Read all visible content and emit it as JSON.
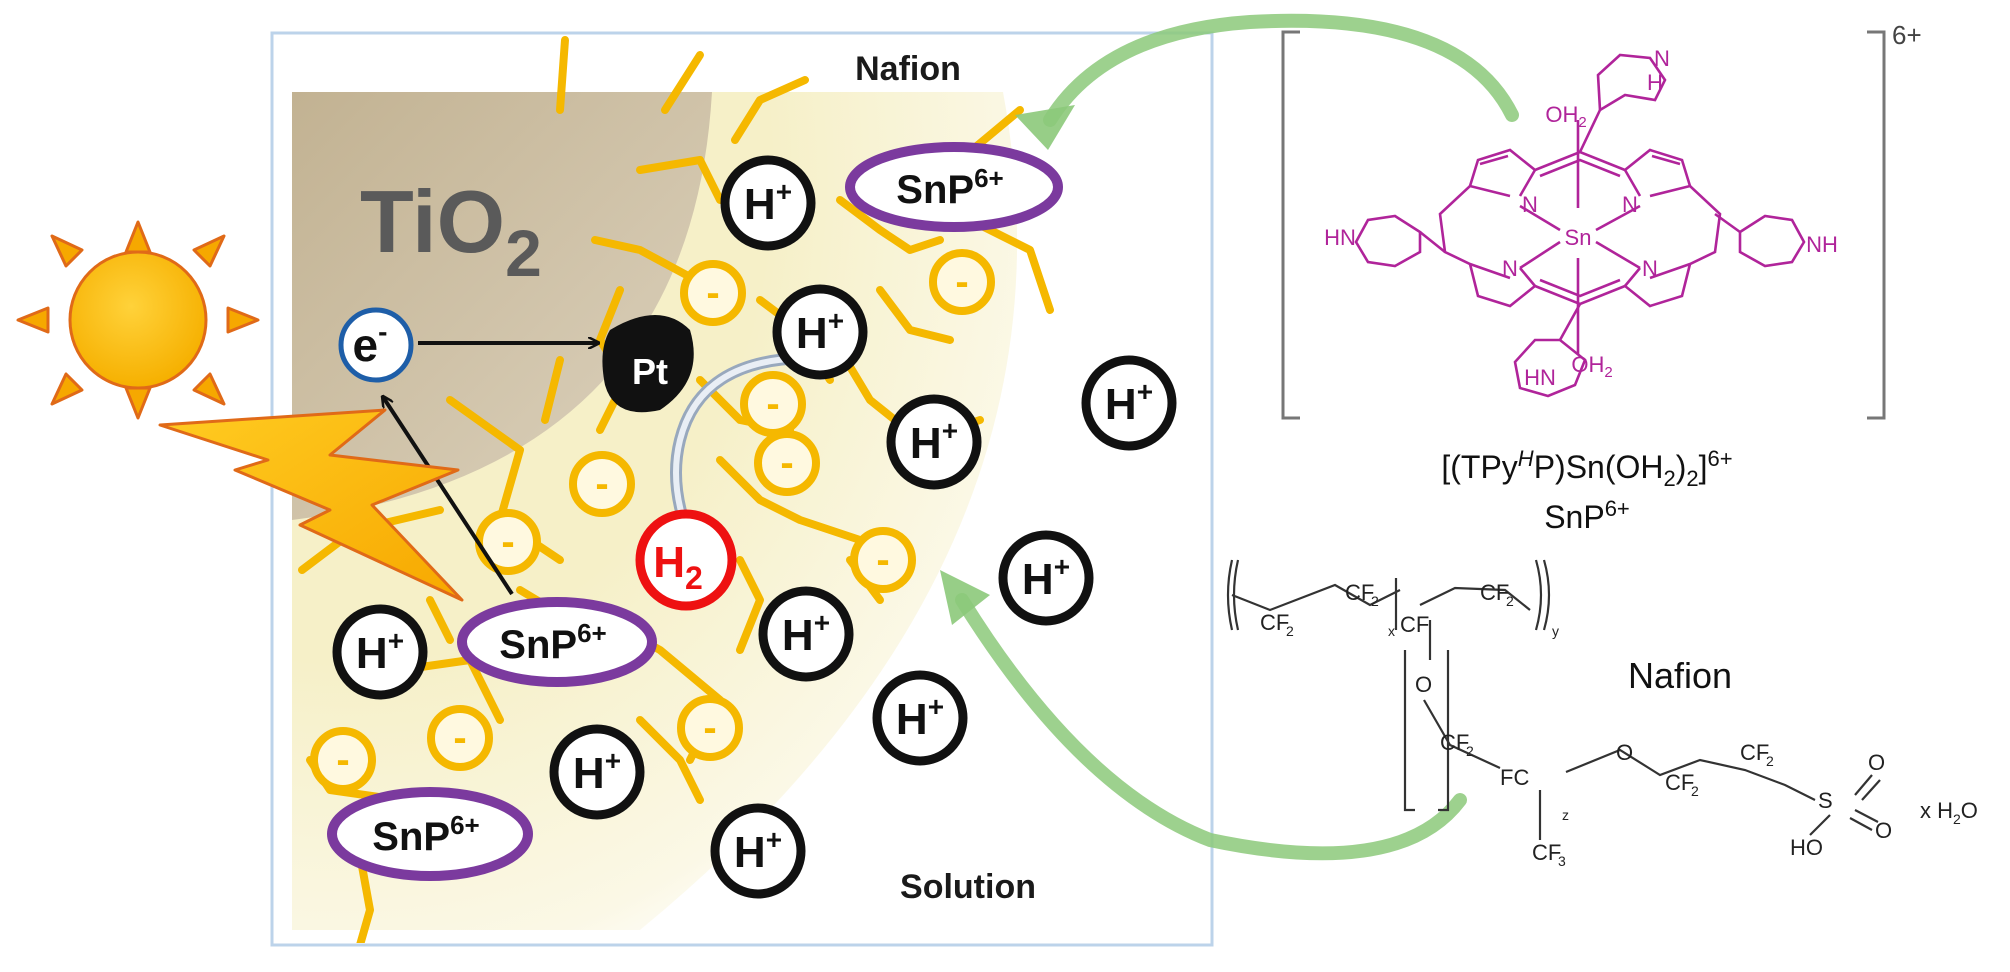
{
  "labels": {
    "nafion_top": "Nafion",
    "solution": "Solution",
    "tio2_main": "TiO",
    "tio2_sub": "2",
    "electron": "e",
    "electron_sup": "-",
    "pt": "Pt",
    "h2_main": "H",
    "h2_sub": "2",
    "proton": "H",
    "proton_sup": "+",
    "snp": "SnP",
    "snp_sup": "6+",
    "minus": "-"
  },
  "porphyrin": {
    "charge": "6+",
    "formula_a": "[(TPy",
    "formula_h": "H",
    "formula_b": "P)Sn(OH",
    "formula_sub": "2",
    "formula_c": ")",
    "formula_sub2": "2",
    "formula_d": "]",
    "formula_sup": "6+",
    "short_name": "SnP",
    "short_sup": "6+",
    "atom_sn": "Sn",
    "atom_n": "N",
    "atom_oh2_top": "OH",
    "atom_oh2_bottom": "OH",
    "atom_oh2_sub": "2",
    "atom_hn": "HN",
    "atom_nh": "NH",
    "atom_h": "H"
  },
  "nafion_structure": {
    "name": "Nafion",
    "cf2": "CF",
    "cf2_sub": "2",
    "cf": "CF",
    "fc": "FC",
    "cf3": "CF",
    "cf3_sub": "3",
    "o": "O",
    "s": "S",
    "ho": "HO",
    "x": "x",
    "y": "y",
    "z": "z",
    "hydrate": "x H",
    "hydrate_sub": "2",
    "hydrate_end": "O"
  },
  "colors": {
    "nafion_chain": "#f5b800",
    "tio2": "#cdbfa5",
    "snp_ring": "#7b3a9e",
    "porphyrin": "#b0249a",
    "h2_ring": "#ee1111",
    "arrow_green": "#8cc97a",
    "sun": "#f7b800",
    "sun_edge": "#e06a18"
  }
}
